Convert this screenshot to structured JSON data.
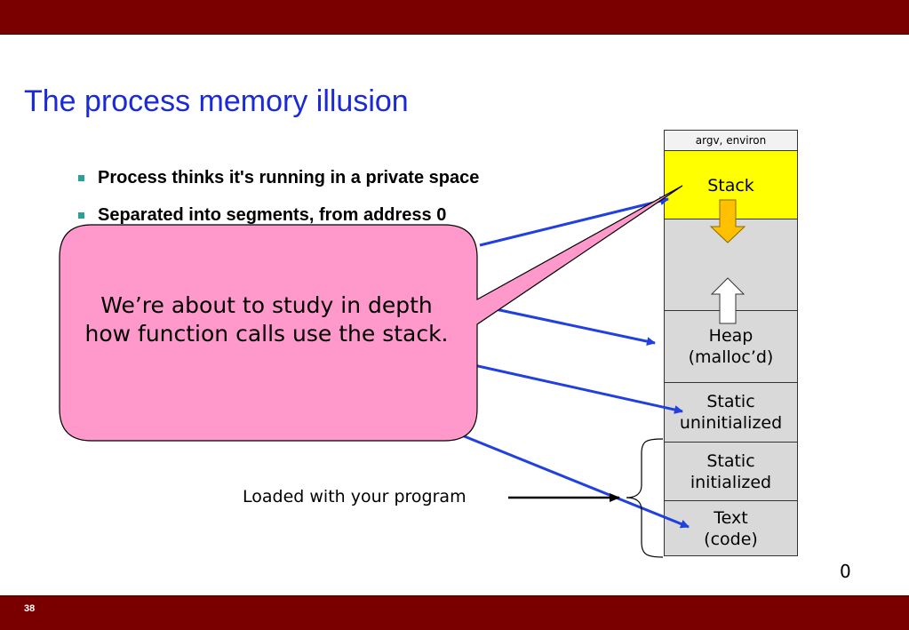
{
  "slide": {
    "title": "The process memory illusion",
    "page_number": "38"
  },
  "bullets": [
    {
      "text": "Process thinks it's running in a private space"
    },
    {
      "text": "Separated into segments, from address 0"
    }
  ],
  "callout": {
    "text": "We’re about to study in depth how function calls use the stack."
  },
  "memory_segments": [
    {
      "name": "argv-environ",
      "label": "argv, environ"
    },
    {
      "name": "stack",
      "label": "Stack"
    },
    {
      "name": "heap",
      "label": "Heap\n(malloc’d)"
    },
    {
      "name": "static-uninitialized",
      "label": "Static\nuninitialized"
    },
    {
      "name": "static-initialized",
      "label": "Static\ninitialized"
    },
    {
      "name": "text",
      "label": "Text\n(code)"
    }
  ],
  "annotations": {
    "loaded_label": "Loaded with your program",
    "address_zero": "0"
  },
  "colors": {
    "bar": "#7a0000",
    "title": "#1a2ad6",
    "stack_fill": "#ffff00",
    "segment_fill": "#d9d9d9",
    "callout_fill": "#ff99cc",
    "arrow_blue": "#2040e0",
    "grow_arrow_fill": "#ffc000",
    "bullet_marker": "#2aa198"
  }
}
